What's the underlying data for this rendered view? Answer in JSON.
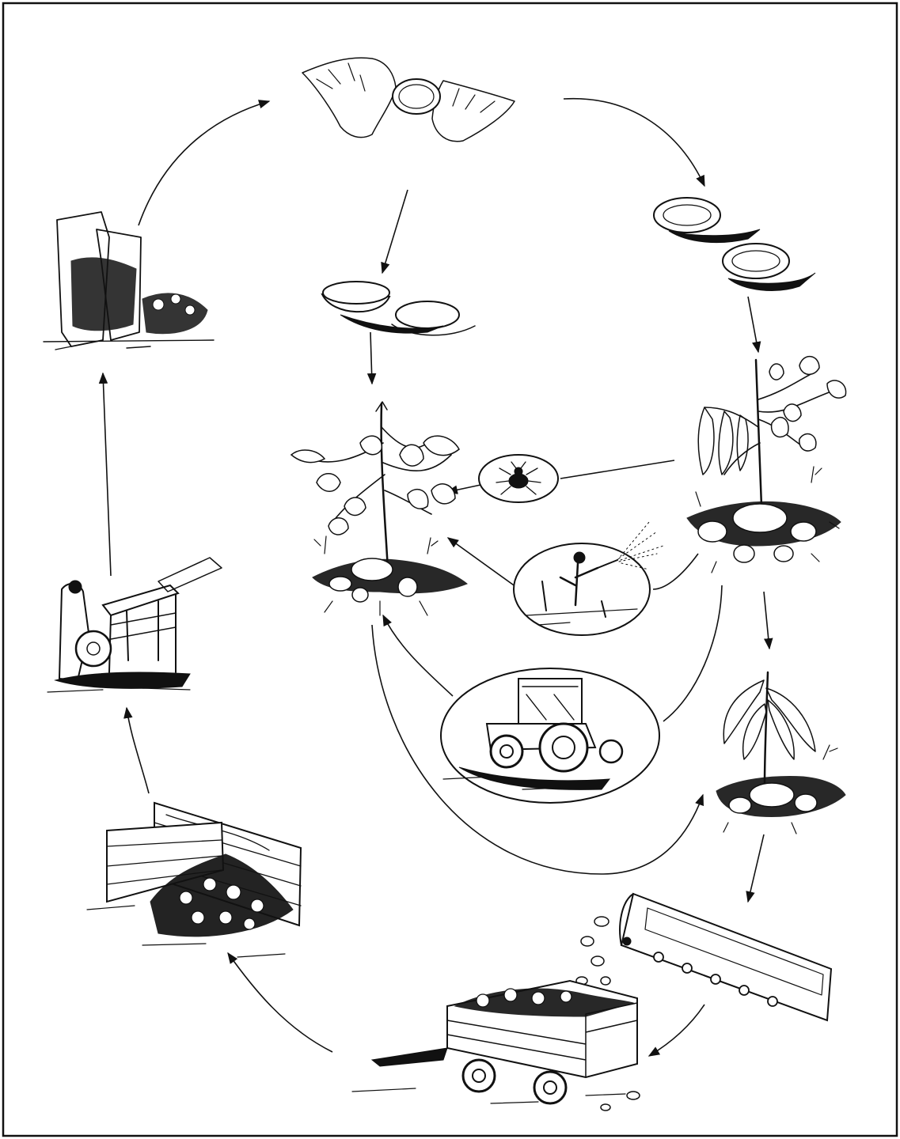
{
  "diagram": {
    "kind": "cycle",
    "colors": {
      "ink": "#111111",
      "paper": "#ffffff"
    },
    "stages": [
      {
        "id": "cutting-hands",
        "icon": "hands-cutting-tuber-icon"
      },
      {
        "id": "seed-pieces-right",
        "icon": "cut-tuber-halves-icon"
      },
      {
        "id": "seed-pieces-left",
        "icon": "cut-tuber-halves-icon"
      },
      {
        "id": "growing-plant-left",
        "icon": "potato-plant-icon"
      },
      {
        "id": "growing-plant-right",
        "icon": "potato-plant-icon"
      },
      {
        "id": "pest-beetle",
        "icon": "beetle-icon"
      },
      {
        "id": "spraying",
        "icon": "sprayer-person-icon"
      },
      {
        "id": "tractor",
        "icon": "tractor-icon"
      },
      {
        "id": "wilted-plant",
        "icon": "wilted-potato-plant-icon"
      },
      {
        "id": "harvest-conveyor",
        "icon": "conveyor-belt-icon"
      },
      {
        "id": "trailer",
        "icon": "trailer-cart-icon"
      },
      {
        "id": "storage-bin",
        "icon": "storage-pile-icon"
      },
      {
        "id": "grading-machine",
        "icon": "grading-table-icon"
      },
      {
        "id": "sacks",
        "icon": "potato-sacks-icon"
      }
    ]
  }
}
